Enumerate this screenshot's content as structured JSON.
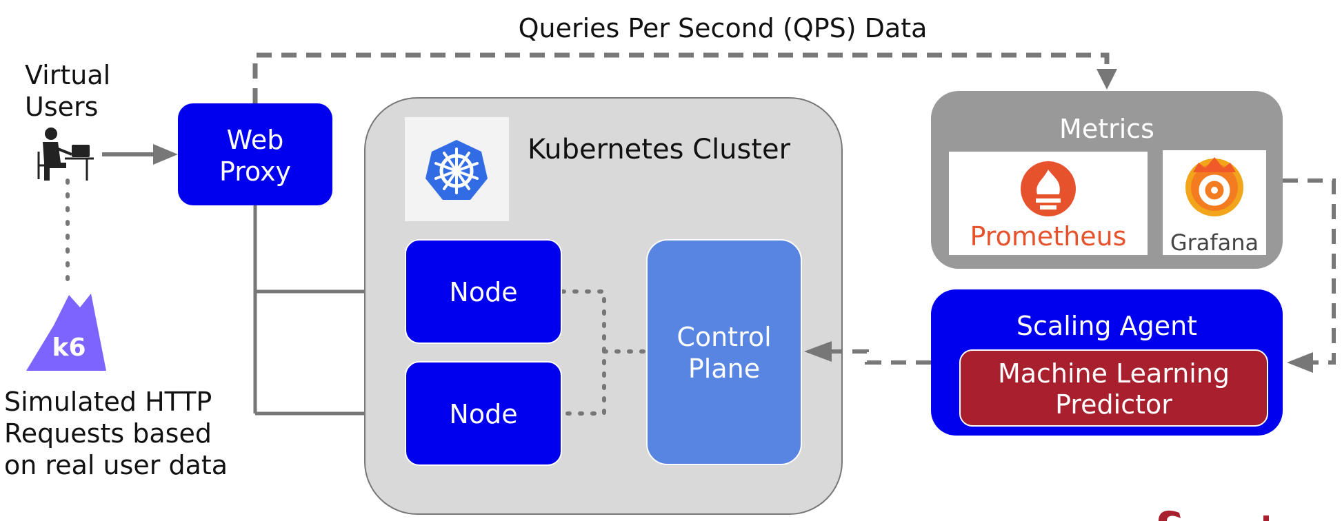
{
  "flows": {
    "qps_label": "Queries Per Second (QPS) Data"
  },
  "users": {
    "line1": "Virtual",
    "line2": "Users"
  },
  "k6": {
    "logo_text": "k6",
    "caption_line1": "Simulated HTTP",
    "caption_line2": "Requests based",
    "caption_line3": "on real user data"
  },
  "web_proxy": {
    "line1": "Web",
    "line2": "Proxy"
  },
  "cluster": {
    "title": "Kubernetes Cluster",
    "node_top": "Node",
    "node_bottom": "Node",
    "control_line1": "Control",
    "control_line2": "Plane"
  },
  "metrics": {
    "title": "Metrics",
    "prometheus": "Prometheus",
    "grafana": "Grafana"
  },
  "agent": {
    "title": "Scaling Agent",
    "predictor_line1": "Machine Learning",
    "predictor_line2": "Predictor"
  },
  "colors": {
    "blue": "#0000ee",
    "control_blue": "#5884e2",
    "cluster_gray": "#d9d9d9",
    "metrics_gray": "#999999",
    "arrow_gray": "#777777",
    "predictor_red": "#a81f2d",
    "prometheus_orange": "#e6522c",
    "k8s_blue": "#326ce5",
    "k6_purple": "#7d64ff"
  }
}
